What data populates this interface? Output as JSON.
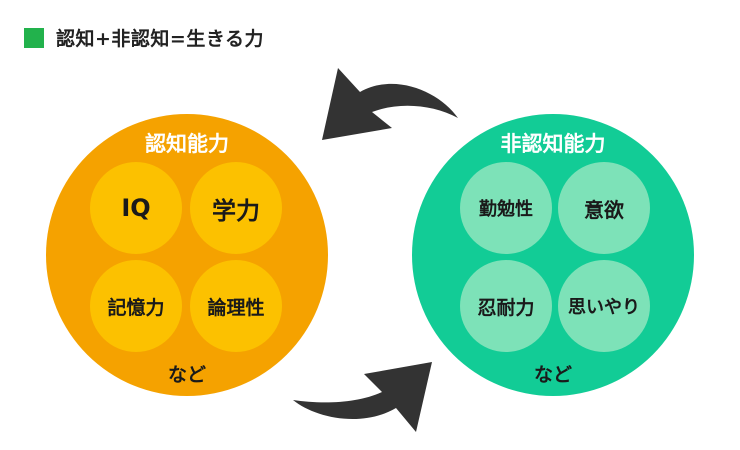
{
  "header": {
    "title": "認知+非認知=生きる力",
    "square_color": "#22b24c"
  },
  "cognitive": {
    "title": "認知能力",
    "items": [
      "IQ",
      "学力",
      "記憶力",
      "論理性"
    ],
    "footer": "など",
    "color": "#f5a200",
    "inner_color": "#fcc100"
  },
  "noncognitive": {
    "title": "非認知能力",
    "items": [
      "勤勉性",
      "意欲",
      "忍耐力",
      "思いやり"
    ],
    "footer": "など",
    "color": "#12cc96",
    "inner_color": "#7de2b8"
  },
  "arrow_color": "#333333"
}
